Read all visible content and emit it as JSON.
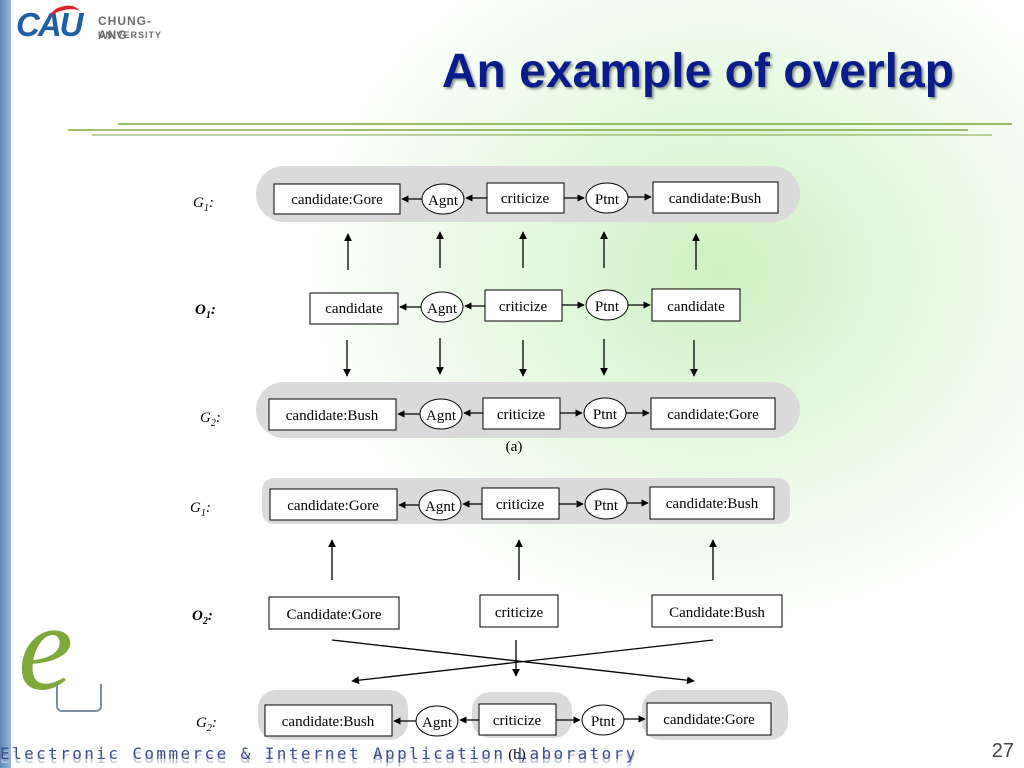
{
  "slide": {
    "title": "An example of overlap",
    "page_number": "27",
    "footer": "Electronic Commerce & Internet Application Laboratory",
    "logo": {
      "mark": "CAU",
      "name": "CHUNG-ANG",
      "sub": "UNIVERSITY"
    },
    "e_logo_letter": "e"
  },
  "diagram": {
    "a": {
      "caption": "(a)",
      "rows": {
        "G1": {
          "label": "G",
          "sub": "1",
          "suffix": ":",
          "boxes": [
            "candidate:Gore",
            "criticize",
            "candidate:Bush"
          ],
          "ovals": [
            "Agnt",
            "Ptnt"
          ]
        },
        "O1": {
          "label": "O",
          "sub": "1",
          "suffix": ":",
          "boxes": [
            "candidate",
            "criticize",
            "candidate"
          ],
          "ovals": [
            "Agnt",
            "Ptnt"
          ]
        },
        "G2": {
          "label": "G",
          "sub": "2",
          "suffix": ":",
          "boxes": [
            "candidate:Bush",
            "criticize",
            "candidate:Gore"
          ],
          "ovals": [
            "Agnt",
            "Ptnt"
          ]
        }
      }
    },
    "b": {
      "caption": "(b)",
      "rows": {
        "G1": {
          "label": "G",
          "sub": "1",
          "suffix": ":",
          "boxes": [
            "candidate:Gore",
            "criticize",
            "candidate:Bush"
          ],
          "ovals": [
            "Agnt",
            "Ptnt"
          ]
        },
        "O2": {
          "label": "O",
          "sub": "2",
          "suffix": ":",
          "boxes": [
            "Candidate:Gore",
            "criticize",
            "Candidate:Bush"
          ]
        },
        "G2": {
          "label": "G",
          "sub": "2",
          "suffix": ":",
          "boxes": [
            "candidate:Bush",
            "criticize",
            "candidate:Gore"
          ],
          "ovals": [
            "Agnt",
            "Ptnt"
          ]
        }
      }
    }
  }
}
